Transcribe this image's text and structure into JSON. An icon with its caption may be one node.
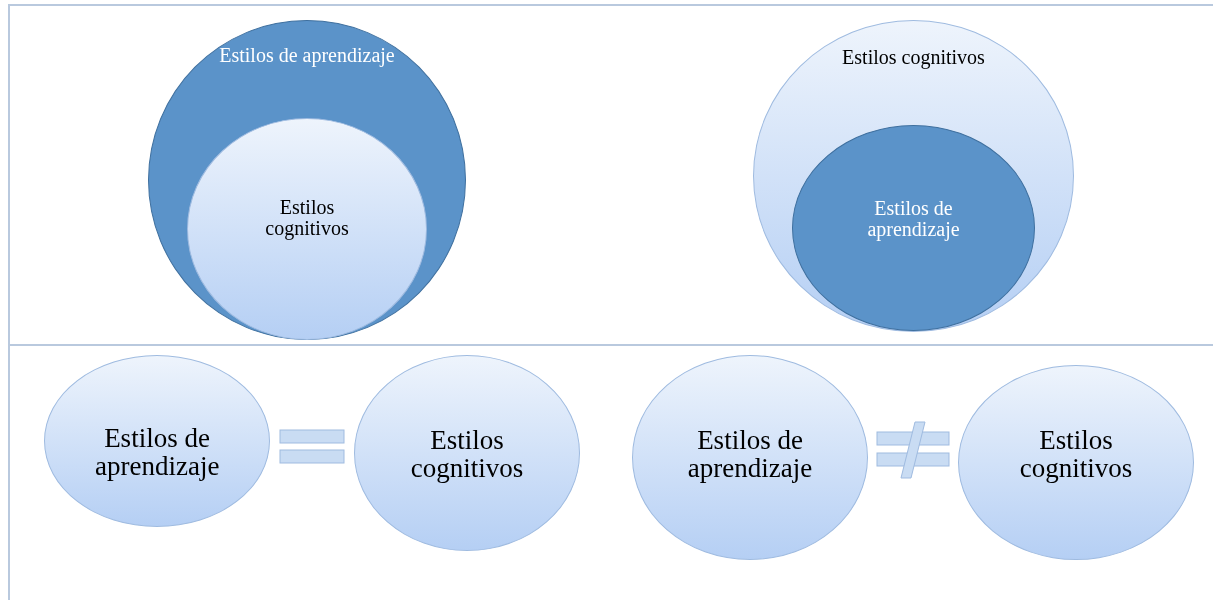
{
  "diagram": {
    "nodes": [
      {
        "text": [
          "Estilos de aprendizaje"
        ]
      },
      {
        "text": [
          "Estilos cognitivos"
        ],
        "in": 0
      },
      {
        "text": [
          "Estilos cognitivos"
        ]
      },
      {
        "text": [
          "Estilos de aprendizaje"
        ],
        "in": 2
      },
      {
        "text": [
          "Estilos de aprendizaje"
        ]
      },
      {
        "text": [
          "Estilos cognitivos"
        ]
      },
      {
        "text": [
          "Estilos de aprendizaje"
        ]
      },
      {
        "text": [
          "Estilos cognitivos"
        ]
      }
    ]
  }
}
